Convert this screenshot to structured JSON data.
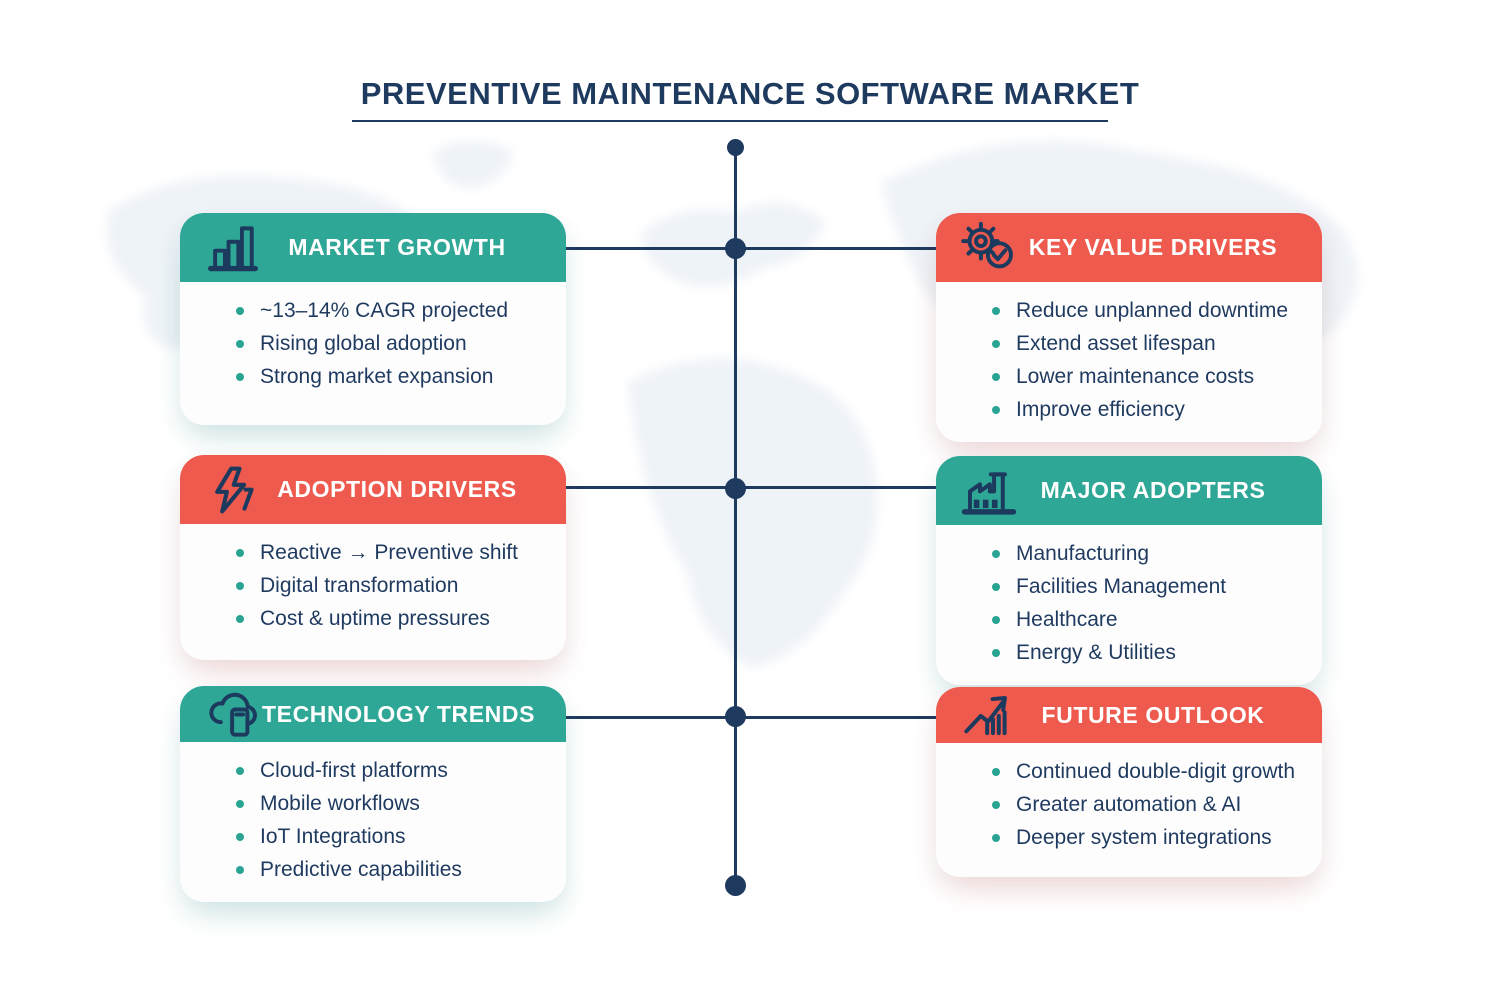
{
  "title": "PREVENTIVE MAINTENANCE SOFTWARE MARKET",
  "colors": {
    "teal": "#2FA796",
    "red": "#EE5A4E",
    "navy": "#1F3A5F",
    "bullet": "#29A392",
    "map": "#E8EEF5"
  },
  "cards": [
    {
      "id": "market-growth",
      "title": "MARKET GROWTH",
      "accent": "teal",
      "icon": "bar-chart-icon",
      "bullets": [
        "~13–14% CAGR projected",
        "Rising global adoption",
        "Strong market expansion"
      ]
    },
    {
      "id": "adoption-drivers",
      "title": "ADOPTION DRIVERS",
      "accent": "red",
      "icon": "lightning-bolt-icon",
      "bullets": [
        "Reactive → Preventive shift",
        "Digital transformation",
        "Cost & uptime pressures"
      ]
    },
    {
      "id": "technology-trends",
      "title": "TECHNOLOGY TRENDS",
      "accent": "teal",
      "icon": "cloud-mobile-icon",
      "bullets": [
        "Cloud-first platforms",
        "Mobile workflows",
        "IoT Integrations",
        "Predictive capabilities"
      ]
    },
    {
      "id": "key-value-drivers",
      "title": "KEY VALUE DRIVERS",
      "accent": "red",
      "icon": "gear-check-icon",
      "bullets": [
        "Reduce unplanned downtime",
        "Extend asset lifespan",
        "Lower maintenance costs",
        "Improve efficiency"
      ]
    },
    {
      "id": "major-adopters",
      "title": "MAJOR ADOPTERS",
      "accent": "teal",
      "icon": "factory-icon",
      "bullets": [
        "Manufacturing",
        "Facilities Management",
        "Healthcare",
        "Energy & Utilities"
      ]
    },
    {
      "id": "future-outlook",
      "title": "FUTURE OUTLOOK",
      "accent": "red",
      "icon": "trend-up-icon",
      "bullets": [
        "Continued double-digit growth",
        "Greater automation & AI",
        "Deeper system integrations"
      ]
    }
  ]
}
